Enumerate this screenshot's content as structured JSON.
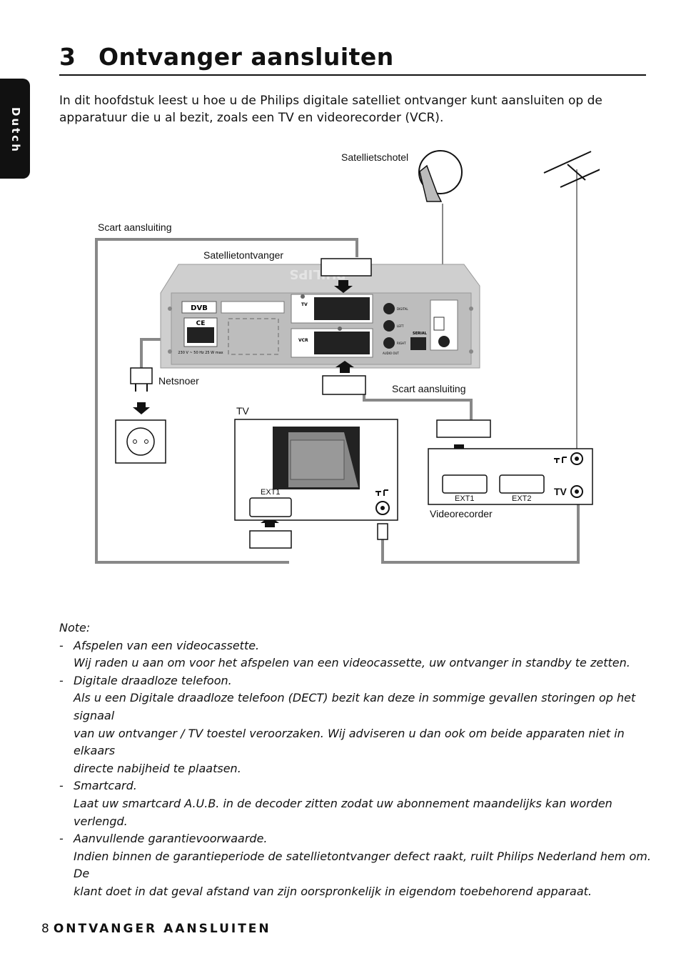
{
  "side_tab": {
    "label": "Dutch"
  },
  "header": {
    "number": "3",
    "title": "Ontvanger aansluiten"
  },
  "intro": "In dit hoofdstuk leest u hoe u de Philips digitale satelliet ontvanger kunt aansluiten op de apparatuur die u al bezit, zoals een TV en videorecorder (VCR).",
  "diagram": {
    "labels": {
      "dish": "Satellietschotel",
      "scart_top": "Scart aansluiting",
      "receiver": "Satellietontvanger",
      "power_cord": "Netsnoer",
      "scart_mid": "Scart aansluiting",
      "tv": "TV",
      "vcr": "Videorecorder"
    },
    "tv_panel": {
      "ext1": "EXT1"
    },
    "vcr_panel": {
      "ext1": "EXT1",
      "ext2": "EXT2",
      "tv_port": "TV"
    },
    "receiver_panel": {
      "brand": "PHILIPS",
      "dvb": "DVB",
      "ce": "CE",
      "power_rating": "230 V ~ 50 Hz 25 W max",
      "tv": "TV",
      "vcr": "VCR",
      "serial": "SERIAL",
      "digital": "DIGITAL",
      "left": "LEFT",
      "right": "RIGHT",
      "audio_out": "AUDIO OUT"
    }
  },
  "notes": {
    "heading": "Note:",
    "items": [
      {
        "title": "Afspelen van een videocassette.",
        "lines": [
          "Wij raden u aan om voor het afspelen van een videocassette, uw ontvanger in standby te zetten."
        ]
      },
      {
        "title": "Digitale draadloze telefoon.",
        "lines": [
          "Als u een Digitale draadloze telefoon (DECT) bezit kan deze in sommige gevallen storingen op het signaal",
          "van uw ontvanger / TV toestel veroorzaken. Wij adviseren u dan ook om beide apparaten niet in elkaars",
          "directe nabijheid te plaatsen."
        ]
      },
      {
        "title": "Smartcard.",
        "lines": [
          "Laat uw smartcard A.U.B. in de decoder zitten  zodat uw abonnement maandelijks kan worden verlengd."
        ]
      },
      {
        "title": "Aanvullende garantievoorwaarde.",
        "lines": [
          "Indien binnen de garantieperiode de satellietontvanger defect raakt, ruilt Philips Nederland hem om. De",
          "klant doet in dat geval afstand van zijn oorspronkelijk in eigendom toebehorend apparaat."
        ]
      }
    ]
  },
  "footer": {
    "page_number": "8",
    "title": "ONTVANGER AANSLUITEN"
  }
}
